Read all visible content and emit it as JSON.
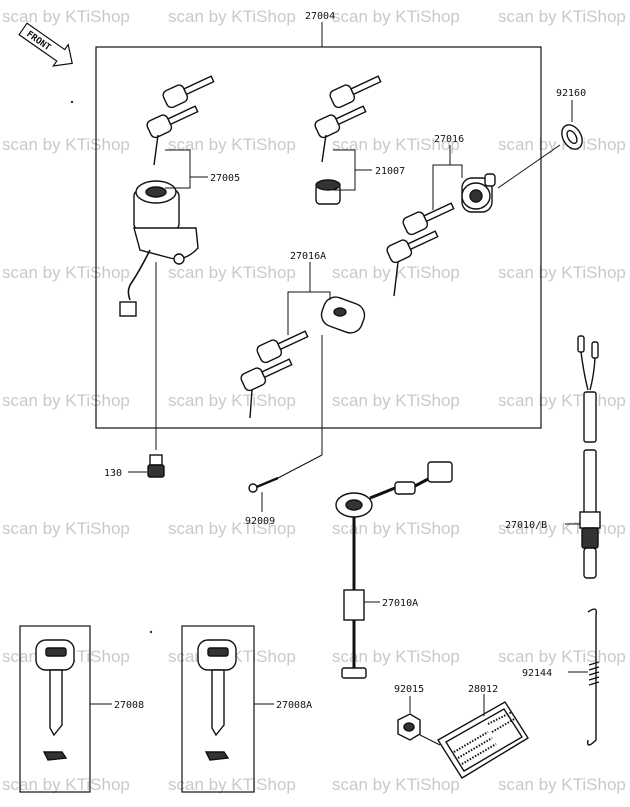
{
  "watermark_text": "scan by KTiShop",
  "front_label": "FRONT",
  "part_labels": {
    "p27004": "27004",
    "p92160": "92160",
    "p27005": "27005",
    "p21007": "21007",
    "p27016": "27016",
    "p27016A": "27016A",
    "p130": "130",
    "p92009": "92009",
    "p27010B": "27010/B",
    "p27010A": "27010A",
    "p27008": "27008",
    "p27008A": "27008A",
    "p92015": "92015",
    "p28012": "28012",
    "p92144": "92144"
  }
}
